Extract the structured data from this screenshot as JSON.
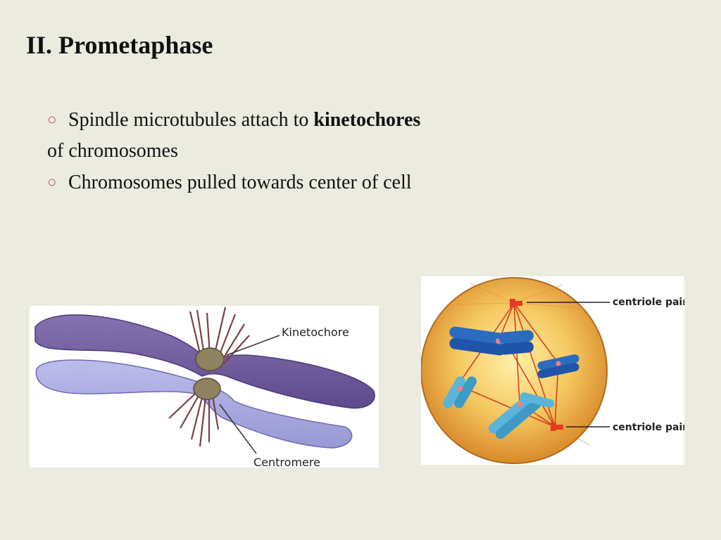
{
  "slide": {
    "title": "II. Prometaphase",
    "bullets": [
      {
        "marker": "○",
        "text_before": "Spindle microtubules attach to ",
        "text_bold": "kinetochores",
        "continuation": "of chromosomes"
      },
      {
        "marker": "○",
        "text": "Chromosomes pulled towards center of cell"
      }
    ]
  },
  "figures": {
    "chromosome": {
      "label_kinetochore": "Kinetochore",
      "label_centromere": "Centromere"
    },
    "cell": {
      "label_centriole_top": "centriole pair",
      "label_centriole_bottom": "centriole pair"
    }
  },
  "colors": {
    "background": "#ecebe0",
    "bullet_marker": "#b25a4f",
    "chromatid_dark": "#6e5a9a",
    "chromatid_light": "#a8a8e0",
    "centromere": "#8a7d55",
    "cell_fill": "#f0b94a",
    "chromosome_blue": "#2b6cc0",
    "chromosome_cyan": "#5ab5d8",
    "spindle_red": "#d43a20"
  }
}
